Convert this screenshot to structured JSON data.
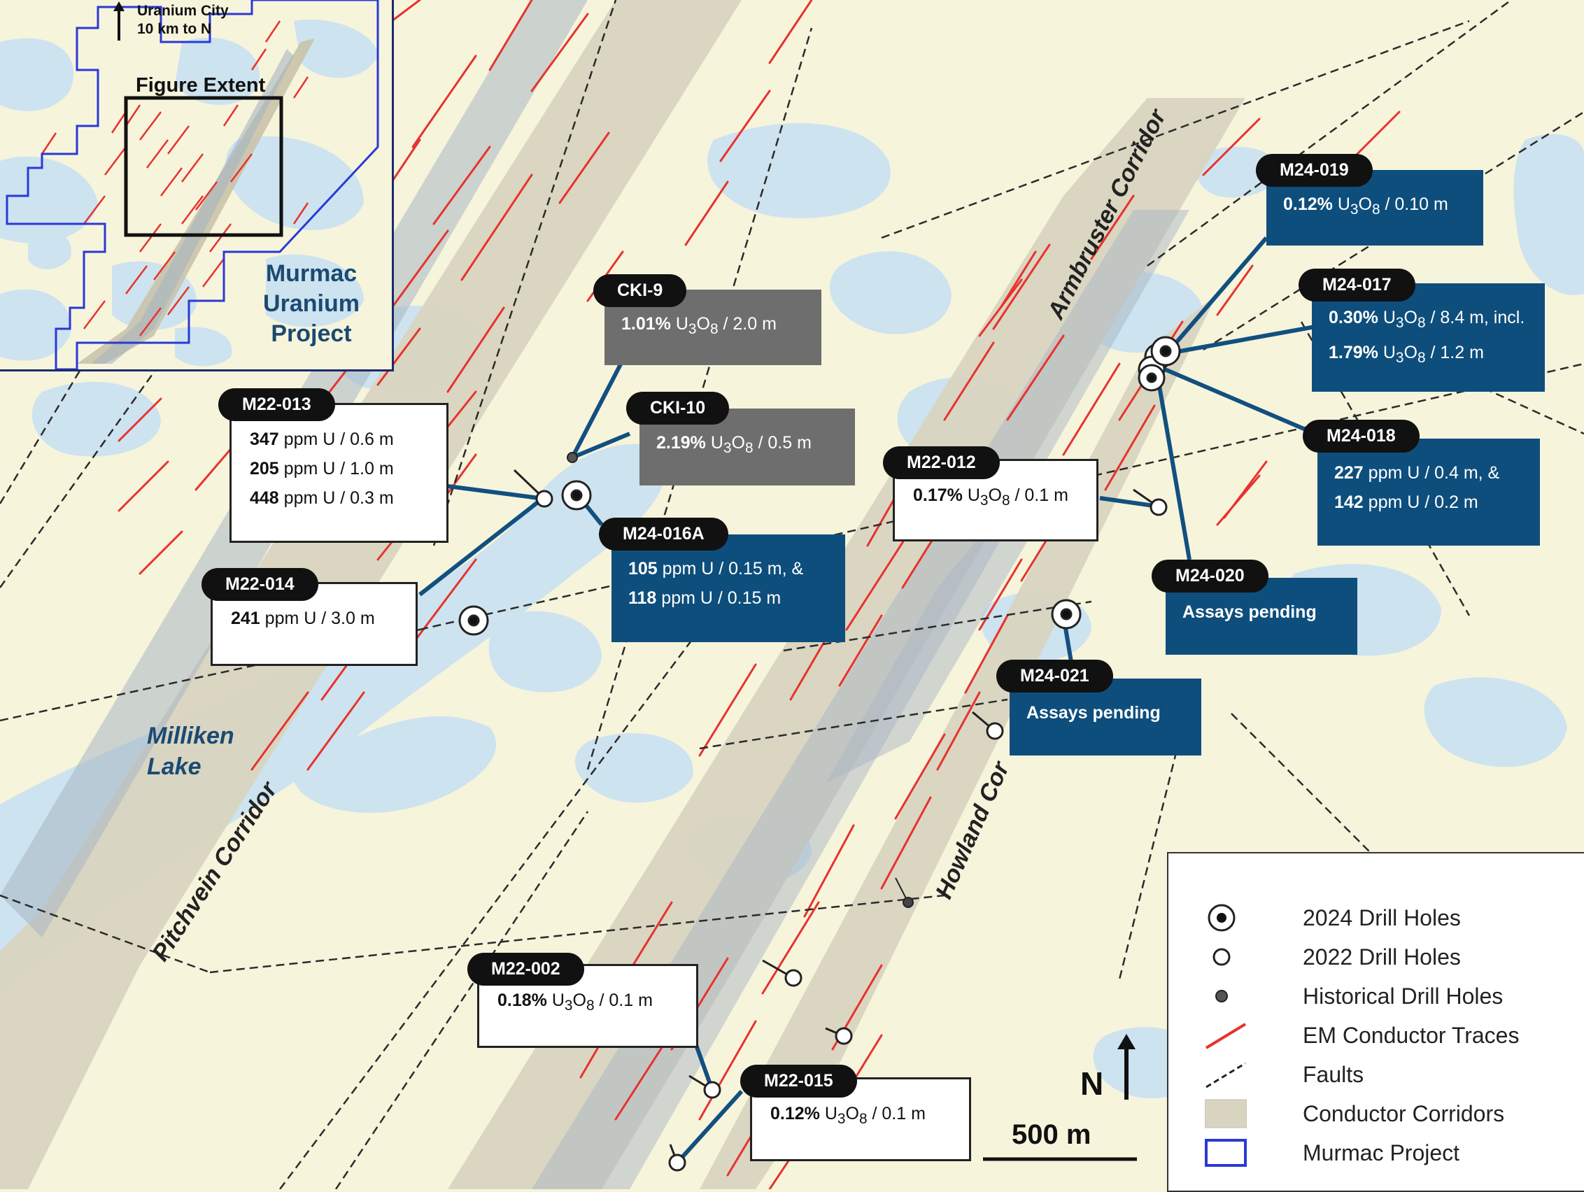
{
  "colors": {
    "background": "#f7f4dc",
    "water": "#cde3ef",
    "corridor": "#d8d4c0",
    "corridor_dark": "#a9b6c3",
    "em_trace": "#e8322d",
    "fault": "#2b2b2b",
    "project_boundary": "#2a39d6",
    "label_blue": "#0e4e7c",
    "label_gray": "#6e6e6e"
  },
  "inset": {
    "north_label": "Uranium City",
    "north_distance": "10 km to N",
    "extent_label": "Figure Extent",
    "project_name": [
      "Murmac",
      "Uranium",
      "Project"
    ]
  },
  "lake": [
    "Milliken",
    "Lake"
  ],
  "corridors": {
    "pitchvein": "Pitchvein Corridor",
    "armbruster": "Armbruster Corridor",
    "howland": "Howland Cor"
  },
  "holes": {
    "m24_019": {
      "id": "M24-019",
      "lines": [
        {
          "pre": "",
          "bold": "0.12%",
          "mid": " U",
          "sub": "3",
          "mid2": "O",
          "sub2": "8",
          "post": " / 0.10 m"
        }
      ]
    },
    "m24_017": {
      "id": "M24-017",
      "line1": {
        "bold": "0.30%",
        "post": " / 8.4 m, incl."
      },
      "line2": {
        "bold": "1.79%",
        "post": " / 1.2 m"
      }
    },
    "m24_018": {
      "id": "M24-018",
      "line1": {
        "bold": "227",
        "post": " ppm U / 0.4 m, &"
      },
      "line2": {
        "bold": "142",
        "post": " ppm U / 0.2 m"
      }
    },
    "m24_020": {
      "id": "M24-020",
      "text": "Assays pending"
    },
    "m24_021": {
      "id": "M24-021",
      "text": "Assays pending"
    },
    "m22_012": {
      "id": "M22-012",
      "line1": {
        "bold": "0.17%",
        "post": " / 0.1 m"
      }
    },
    "cki_9": {
      "id": "CKI-9",
      "line1": {
        "bold": "1.01%",
        "post": " / 2.0 m"
      }
    },
    "cki_10": {
      "id": "CKI-10",
      "line1": {
        "bold": "2.19%",
        "post": " / 0.5 m"
      }
    },
    "m22_013": {
      "id": "M22-013",
      "line1": {
        "bold": "347",
        "post": " ppm U / 0.6 m"
      },
      "line2": {
        "bold": "205",
        "post": " ppm U / 1.0 m"
      },
      "line3": {
        "bold": "448",
        "post": " ppm U / 0.3 m"
      }
    },
    "m22_014": {
      "id": "M22-014",
      "line1": {
        "bold": "241",
        "post": " ppm U / 3.0 m"
      }
    },
    "m24_016a": {
      "id": "M24-016A",
      "line1": {
        "bold": "105",
        "post": " ppm U / 0.15 m, &"
      },
      "line2": {
        "bold": "118",
        "post": " ppm U / 0.15 m"
      }
    },
    "m22_002": {
      "id": "M22-002",
      "line1": {
        "bold": "0.18%",
        "post": " / 0.1 m"
      }
    },
    "m22_015": {
      "id": "M22-015",
      "line1": {
        "bold": "0.12%",
        "post": " / 0.1 m"
      }
    }
  },
  "uranium_unit": {
    "u": "U",
    "sub3": "3",
    "o": "O",
    "sub8": "8"
  },
  "north_arrow": "N",
  "scale_bar": "500 m",
  "legend": [
    {
      "icon": "drill-2024-icon",
      "label": "2024 Drill Holes"
    },
    {
      "icon": "drill-2022-icon",
      "label": "2022 Drill Holes"
    },
    {
      "icon": "drill-historical-icon",
      "label": "Historical Drill Holes"
    },
    {
      "icon": "em-trace-icon",
      "label": "EM Conductor Traces"
    },
    {
      "icon": "fault-icon",
      "label": "Faults"
    },
    {
      "icon": "corridor-icon",
      "label": "Conductor Corridors"
    },
    {
      "icon": "project-boundary-icon",
      "label": "Murmac Project"
    }
  ]
}
